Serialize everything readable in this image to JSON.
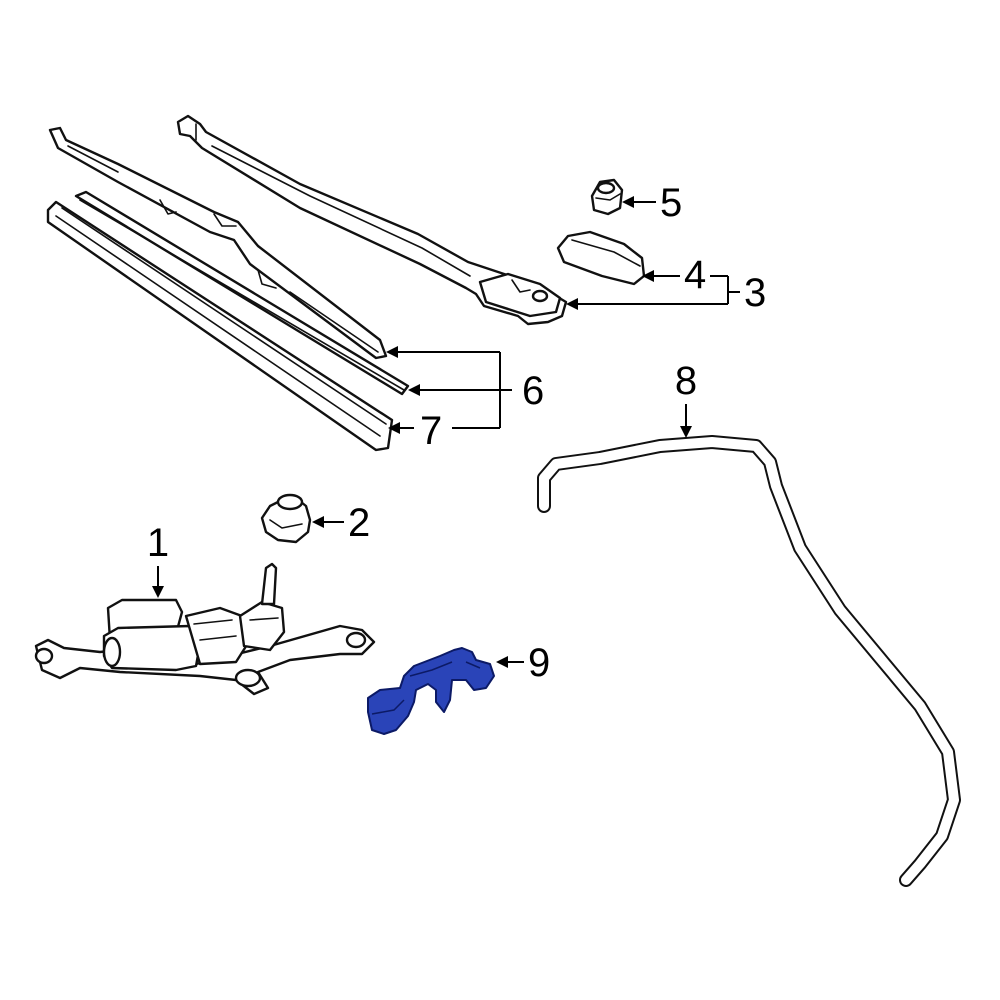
{
  "highlight_color": "#2a44b8",
  "callouts": [
    {
      "id": "c1",
      "label": "1"
    },
    {
      "id": "c2",
      "label": "2"
    },
    {
      "id": "c3",
      "label": "3"
    },
    {
      "id": "c4",
      "label": "4"
    },
    {
      "id": "c5",
      "label": "5"
    },
    {
      "id": "c6",
      "label": "6"
    },
    {
      "id": "c7",
      "label": "7"
    },
    {
      "id": "c8",
      "label": "8"
    },
    {
      "id": "c9",
      "label": "9"
    }
  ],
  "highlighted_part": "9"
}
